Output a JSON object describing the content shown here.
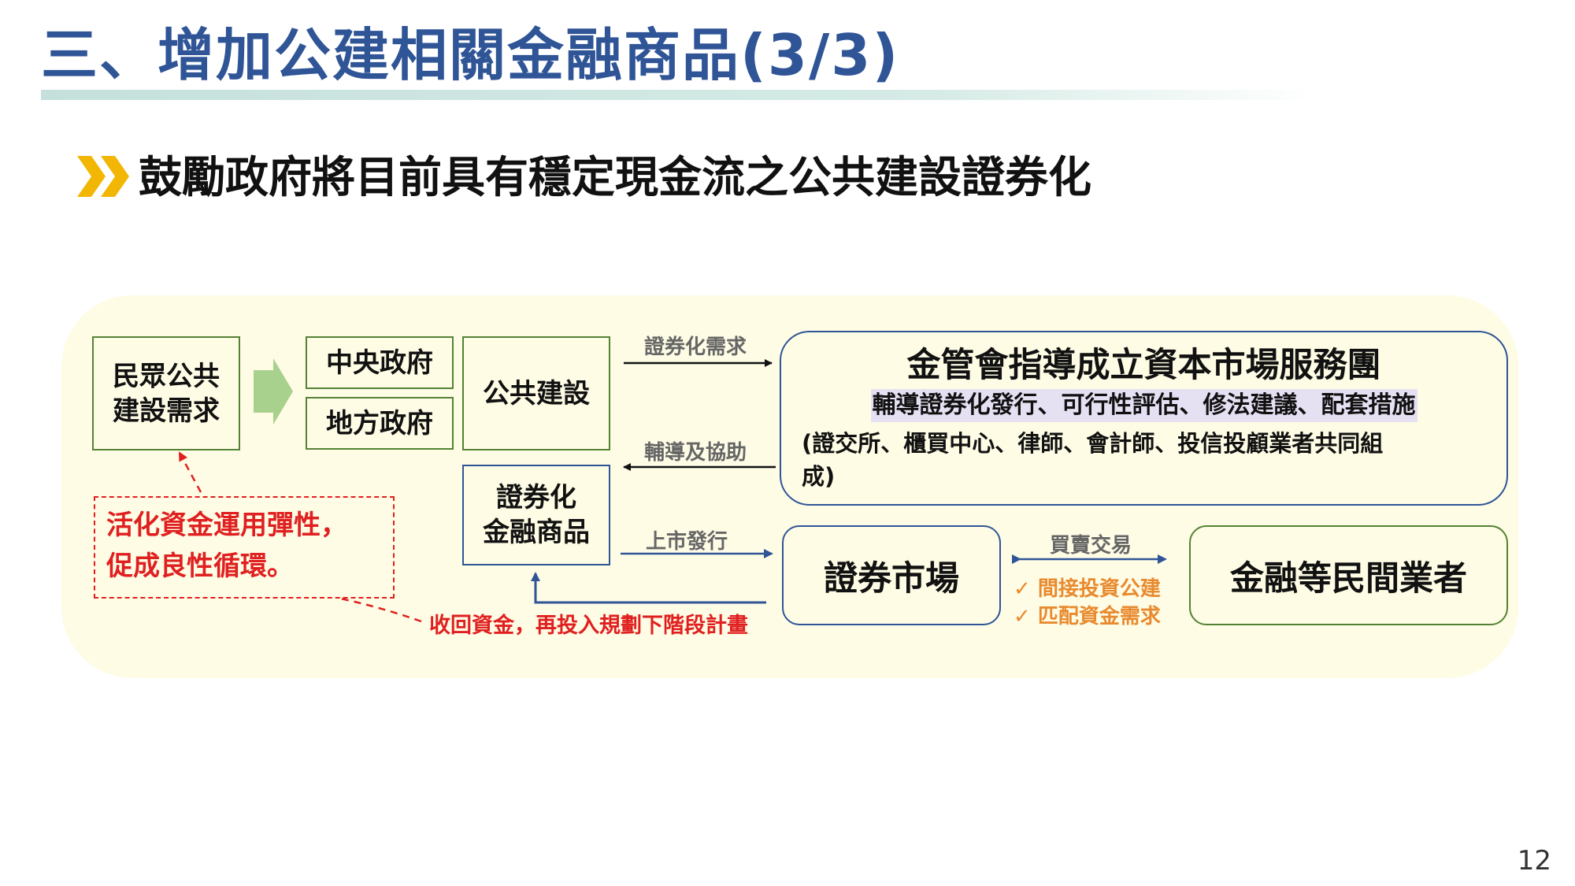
{
  "slide": {
    "title": "三、增加公建相關金融商品(3/3)",
    "subtitle": "鼓勵政府將目前具有穩定現金流之公共建設證券化",
    "page_number": "12"
  },
  "diagram": {
    "public_demand": [
      "民眾公共",
      "建設需求"
    ],
    "central_gov": "中央政府",
    "local_gov": "地方政府",
    "public_construction": "公共建設",
    "securitized_product": [
      "證券化",
      "金融商品"
    ],
    "service_team": {
      "title": "金管會指導成立資本市場服務團",
      "highlight": "輔導證券化發行、可行性評估、修法建議、配套措施",
      "members_line1": "(證交所、櫃買中心、律師、會計師、投信投顧業者共同組",
      "members_line2": "成)"
    },
    "securities_market": "證券市場",
    "private_sector": "金融等民間業者",
    "arrow_labels": {
      "demand": "證券化需求",
      "assist": "輔導及協助",
      "listing": "上市發行",
      "trading": "買賣交易"
    },
    "checks": [
      "✓ 間接投資公建",
      "✓ 匹配資金需求"
    ],
    "note": [
      "活化資金運用彈性，",
      "促成良性循環。"
    ],
    "recycle_label": "收回資金，再投入規劃下階段計畫"
  },
  "colors": {
    "title": "#2f5597",
    "panel": "#fefce5",
    "green_border": "#548235",
    "blue_border": "#2f5597",
    "red": "#e02020",
    "orange": "#e88a2e",
    "highlight": "#e6e0f3",
    "bullet": "#f2b705"
  }
}
